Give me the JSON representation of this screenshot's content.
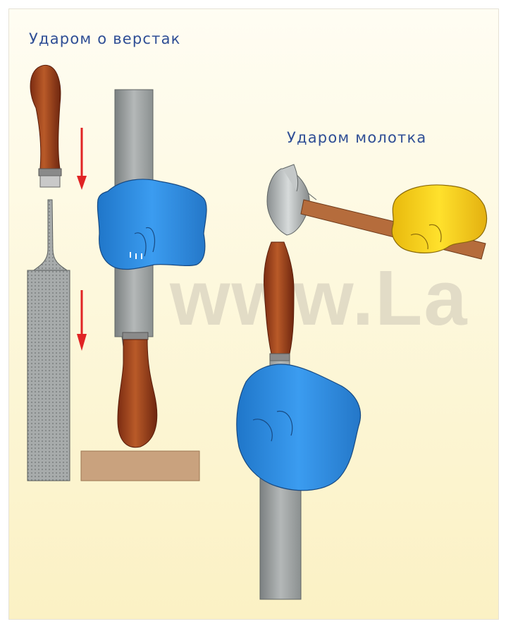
{
  "labels": {
    "bench_strike": "Ударом о верстак",
    "hammer_strike": "Ударом молотка"
  },
  "watermark": "www.La",
  "colors": {
    "label_text": "#2f4e95",
    "background": "#fdf8dd",
    "glove_blue": "#2f8fe6",
    "glove_yellow": "#f2d21b",
    "wood_handle": "#a4451f",
    "steel_file": "#9ea3a3",
    "workbench": "#c9a27e",
    "arrow_red": "#e02424"
  },
  "icons": {
    "down_arrow": "arrow-down-icon",
    "hammer": "hammer-icon",
    "hand": "gloved-hand-icon"
  }
}
